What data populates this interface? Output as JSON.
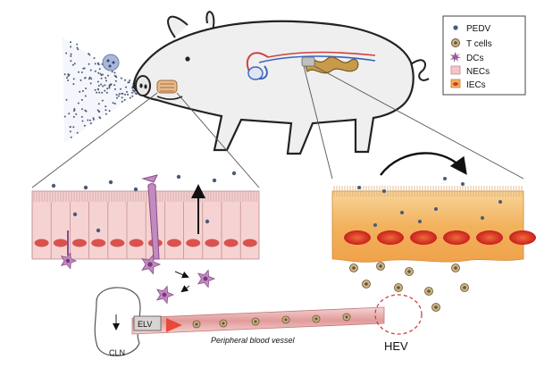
{
  "legend": {
    "items": [
      {
        "label": "PEDV",
        "icon": "virus-dot-icon"
      },
      {
        "label": "T cells",
        "icon": "t-cell-icon"
      },
      {
        "label": "DCs",
        "icon": "dendritic-cell-icon"
      },
      {
        "label": "NECs",
        "icon": "nasal-epithelial-cell-icon"
      },
      {
        "label": "IECs",
        "icon": "intestinal-epithelial-cell-icon"
      }
    ]
  },
  "labels": {
    "elv": "ELV",
    "cln": "CLN",
    "vessel": "Peripheral blood vessel",
    "hev": "HEV"
  },
  "colors": {
    "virus": "#4a5a78",
    "tcell_fill": "#c9b48a",
    "tcell_core": "#6b5430",
    "dc": "#9a5c9a",
    "nec_pink": "#f1c6c8",
    "nec_nucleus": "#d9524f",
    "iec_orange": "#f2b25c",
    "iec_red": "#d8342a",
    "vessel": "#e0a0a0"
  }
}
